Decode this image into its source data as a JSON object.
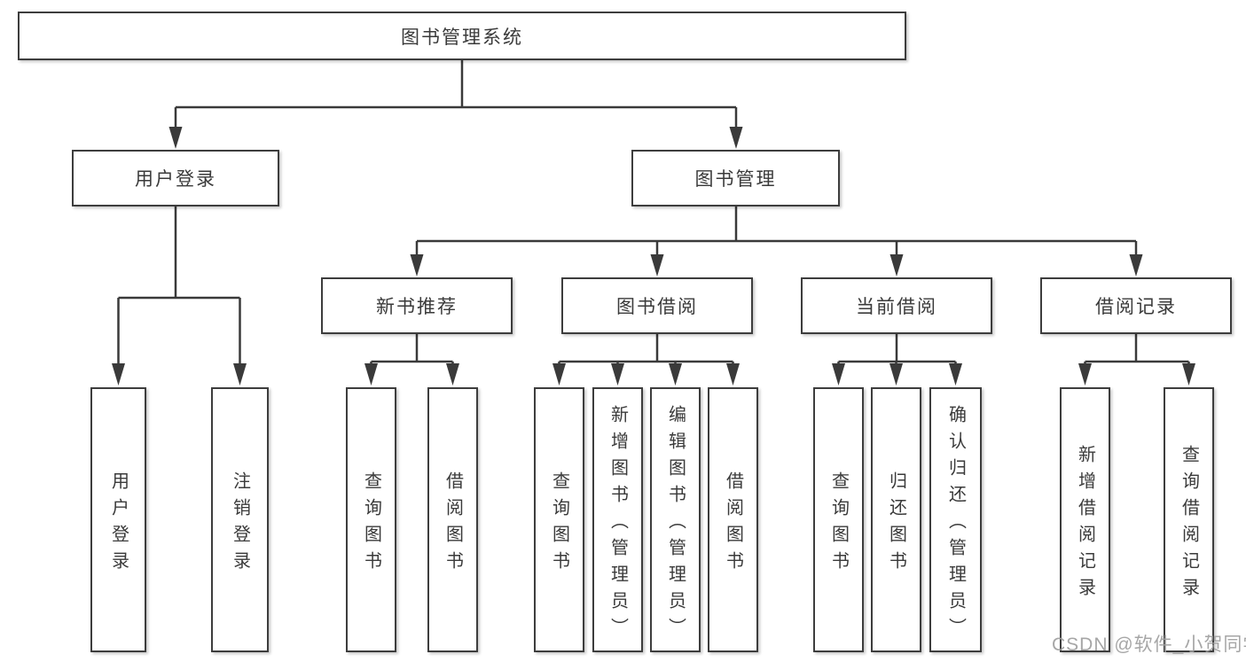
{
  "diagram": {
    "root": {
      "label": "图书管理系统"
    },
    "level2": [
      {
        "label": "用户登录"
      },
      {
        "label": "图书管理"
      }
    ],
    "level3": [
      {
        "label": "新书推荐",
        "parent": "图书管理"
      },
      {
        "label": "图书借阅",
        "parent": "图书管理"
      },
      {
        "label": "当前借阅",
        "parent": "图书管理"
      },
      {
        "label": "借阅记录",
        "parent": "图书管理"
      }
    ],
    "leaves": [
      {
        "label": "用户登录",
        "parent": "用户登录"
      },
      {
        "label": "注销登录",
        "parent": "用户登录"
      },
      {
        "label": "查询图书",
        "parent": "新书推荐"
      },
      {
        "label": "借阅图书",
        "parent": "新书推荐"
      },
      {
        "label": "查询图书",
        "parent": "图书借阅"
      },
      {
        "label": "新增图书（管理员）",
        "parent": "图书借阅"
      },
      {
        "label": "编辑图书（管理员）",
        "parent": "图书借阅"
      },
      {
        "label": "借阅图书",
        "parent": "图书借阅"
      },
      {
        "label": "查询图书",
        "parent": "当前借阅"
      },
      {
        "label": "归还图书",
        "parent": "当前借阅"
      },
      {
        "label": "确认归还（管理员）",
        "parent": "当前借阅"
      },
      {
        "label": "新增借阅记录",
        "parent": "借阅记录"
      },
      {
        "label": "查询借阅记录",
        "parent": "借阅记录"
      }
    ]
  },
  "watermark": {
    "text": "CSDN @软件_小贺同学"
  },
  "colors": {
    "line": "#3a3a3a",
    "text": "#3a3a3a",
    "box_border": "#3d3d3d",
    "background": "#ffffff",
    "watermark": "#9e9e9e"
  }
}
